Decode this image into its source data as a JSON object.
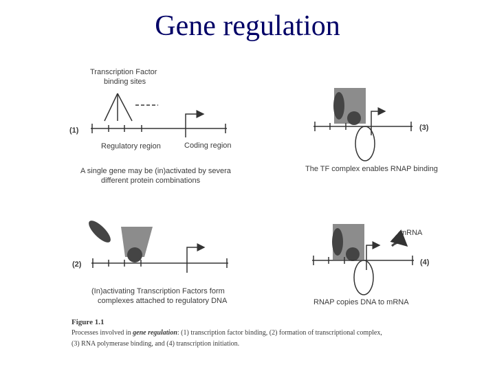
{
  "slide_title": "Gene regulation",
  "panel1": {
    "number": "(1)",
    "tf_label_line1": "Transcription Factor",
    "tf_label_line2": "binding sites",
    "regulatory_label": "Regulatory region",
    "coding_label": "Coding region",
    "caption_line1": "A single gene may be (in)activated by severa",
    "caption_line2": "different protein combinations"
  },
  "panel2": {
    "number": "(2)",
    "caption_line1": "(In)activating  Transcription Factors form",
    "caption_line2": "complexes attached to regulatory DNA"
  },
  "panel3": {
    "number": "(3)",
    "caption": "The TF complex enables RNAP binding"
  },
  "panel4": {
    "number": "(4)",
    "mrna_label": "mRNA",
    "caption": "RNAP copies DNA to mRNA"
  },
  "figure_caption": {
    "label": "Figure  1.1",
    "line1_pre": "Processes involved in ",
    "line1_em": "gene regulation",
    "line1_post": ": (1) transcription factor binding, (2) formation of transcriptional complex,",
    "line2": "(3) RNA polymerase binding, and (4) transcription initiation."
  },
  "colors": {
    "title": "#000066",
    "dna_line": "#333333",
    "complex_gray": "#8c8c8c",
    "protein_dark": "#444444"
  }
}
